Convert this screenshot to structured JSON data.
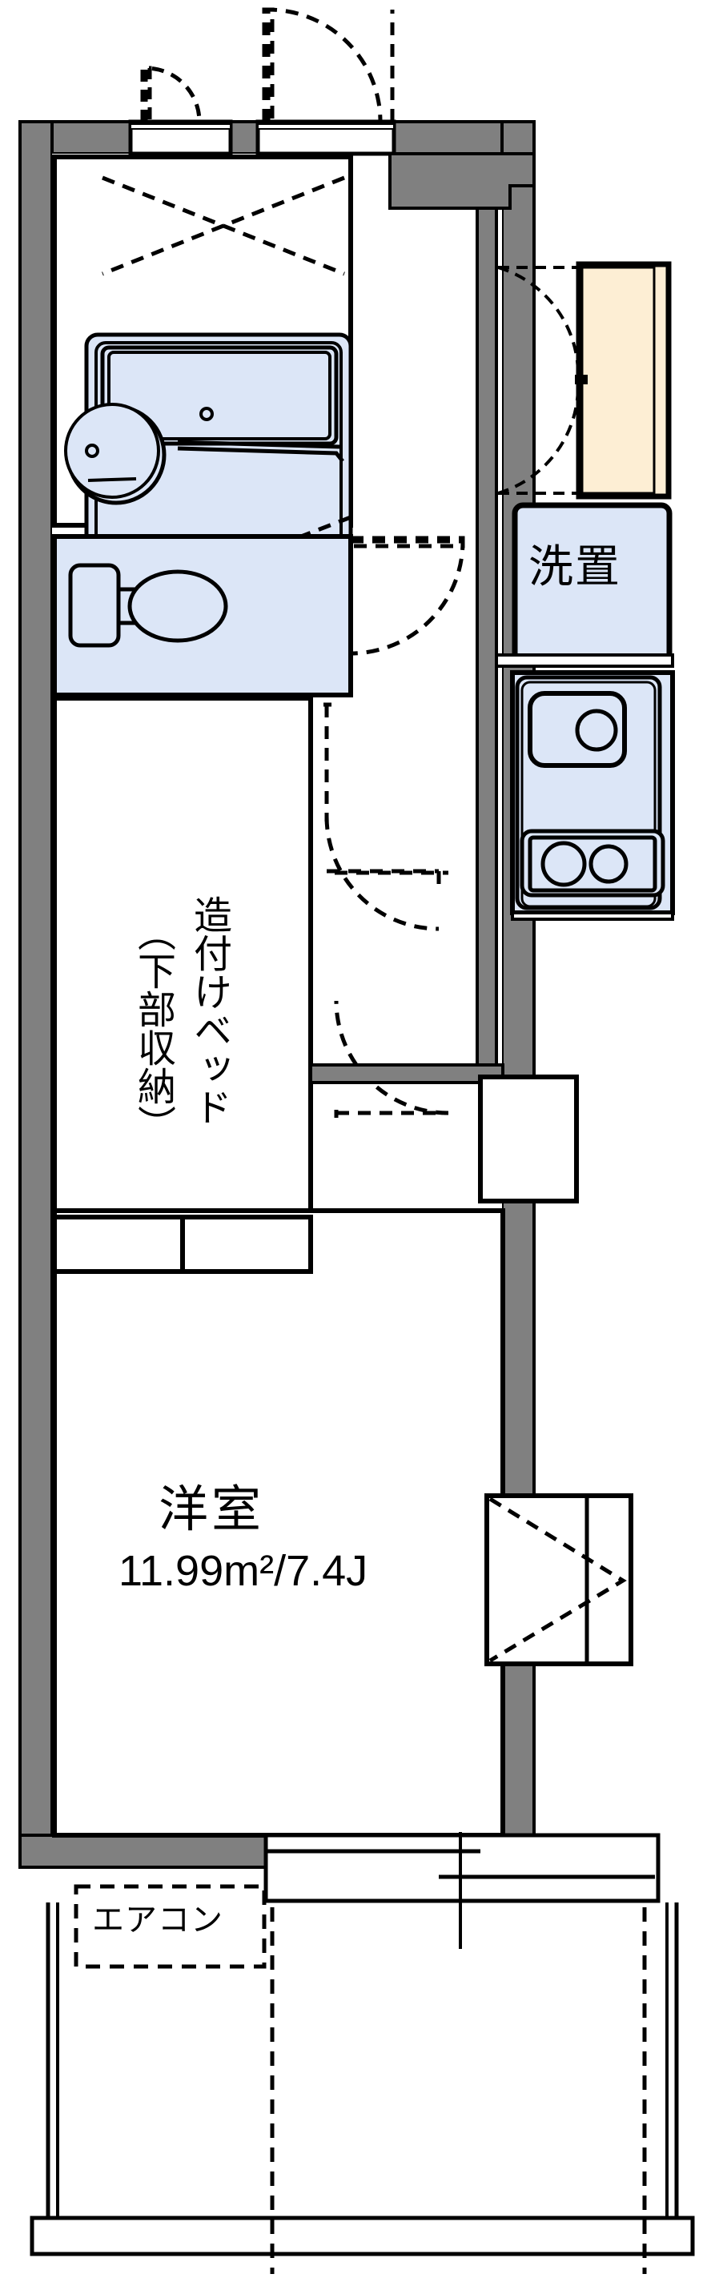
{
  "plan": {
    "type": "apartment-floor-plan",
    "orientation": "north-up",
    "colors": {
      "wall_fill": "#808080",
      "wall_stroke": "#000000",
      "fixture_fill": "#dce6f7",
      "fixture_stroke": "#000000",
      "door_panel_fill": "#fdeed4",
      "background": "#ffffff"
    },
    "rooms": [
      {
        "id": "main-room",
        "name": "洋室",
        "area_sqm": "11.99m2",
        "area_jo": "7.4J",
        "label_line1": "洋室",
        "label_line2": "11.99m²/7.4J"
      },
      {
        "id": "built-in-bed",
        "name": "造付けベッド",
        "sub": "（下部収納）"
      },
      {
        "id": "washer-space",
        "name": "洗置"
      },
      {
        "id": "aircon",
        "name": "エアコン"
      },
      {
        "id": "unit-bath",
        "name": "unit-bath"
      },
      {
        "id": "toilet",
        "name": "toilet"
      },
      {
        "id": "kitchen",
        "name": "kitchen"
      },
      {
        "id": "entrance",
        "name": "entrance"
      },
      {
        "id": "balcony",
        "name": "balcony"
      },
      {
        "id": "closet",
        "name": "closet"
      }
    ],
    "labels": {
      "main_room_name": "洋室",
      "main_room_area": "11.99m²/7.4J",
      "bed_text": "造付けベッド",
      "bed_storage_text": "（下部収納）",
      "washer_text": "洗置",
      "aircon_text": "エアコン"
    },
    "fixtures": [
      {
        "name": "bathtub",
        "icon": "bathtub-icon"
      },
      {
        "name": "washbasin",
        "icon": "washbasin-icon"
      },
      {
        "name": "toilet",
        "icon": "toilet-icon"
      },
      {
        "name": "kitchen-sink",
        "icon": "sink-icon"
      },
      {
        "name": "gas-stove",
        "icon": "stove-icon"
      },
      {
        "name": "washing-machine-space",
        "icon": "washer-icon"
      },
      {
        "name": "entrance-door",
        "icon": "door-swing-icon"
      },
      {
        "name": "shoe-cabinet",
        "icon": "cabinet-icon"
      },
      {
        "name": "balcony-railing",
        "icon": "railing-icon"
      },
      {
        "name": "aircon-unit",
        "icon": "aircon-icon"
      }
    ]
  }
}
